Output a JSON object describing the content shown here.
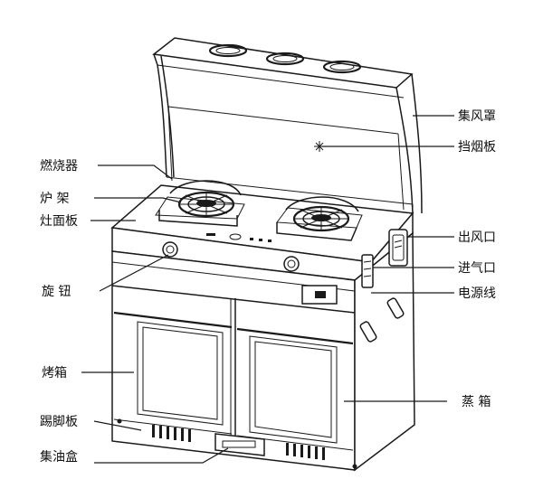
{
  "labels": {
    "hood": "集风罩",
    "smoke_baffle": "挡烟板",
    "burner": "燃烧器",
    "pan_support": "炉 架",
    "cooktop_panel": "灶面板",
    "air_outlet": "出风口",
    "air_inlet": "进气口",
    "knob": "旋 钮",
    "power_cord": "电源线",
    "oven": "烤箱",
    "kickboard": "踢脚板",
    "steamer": "蒸 箱",
    "oil_box": "集油盒"
  },
  "colors": {
    "line": "#1a1a1a",
    "background": "#ffffff"
  }
}
